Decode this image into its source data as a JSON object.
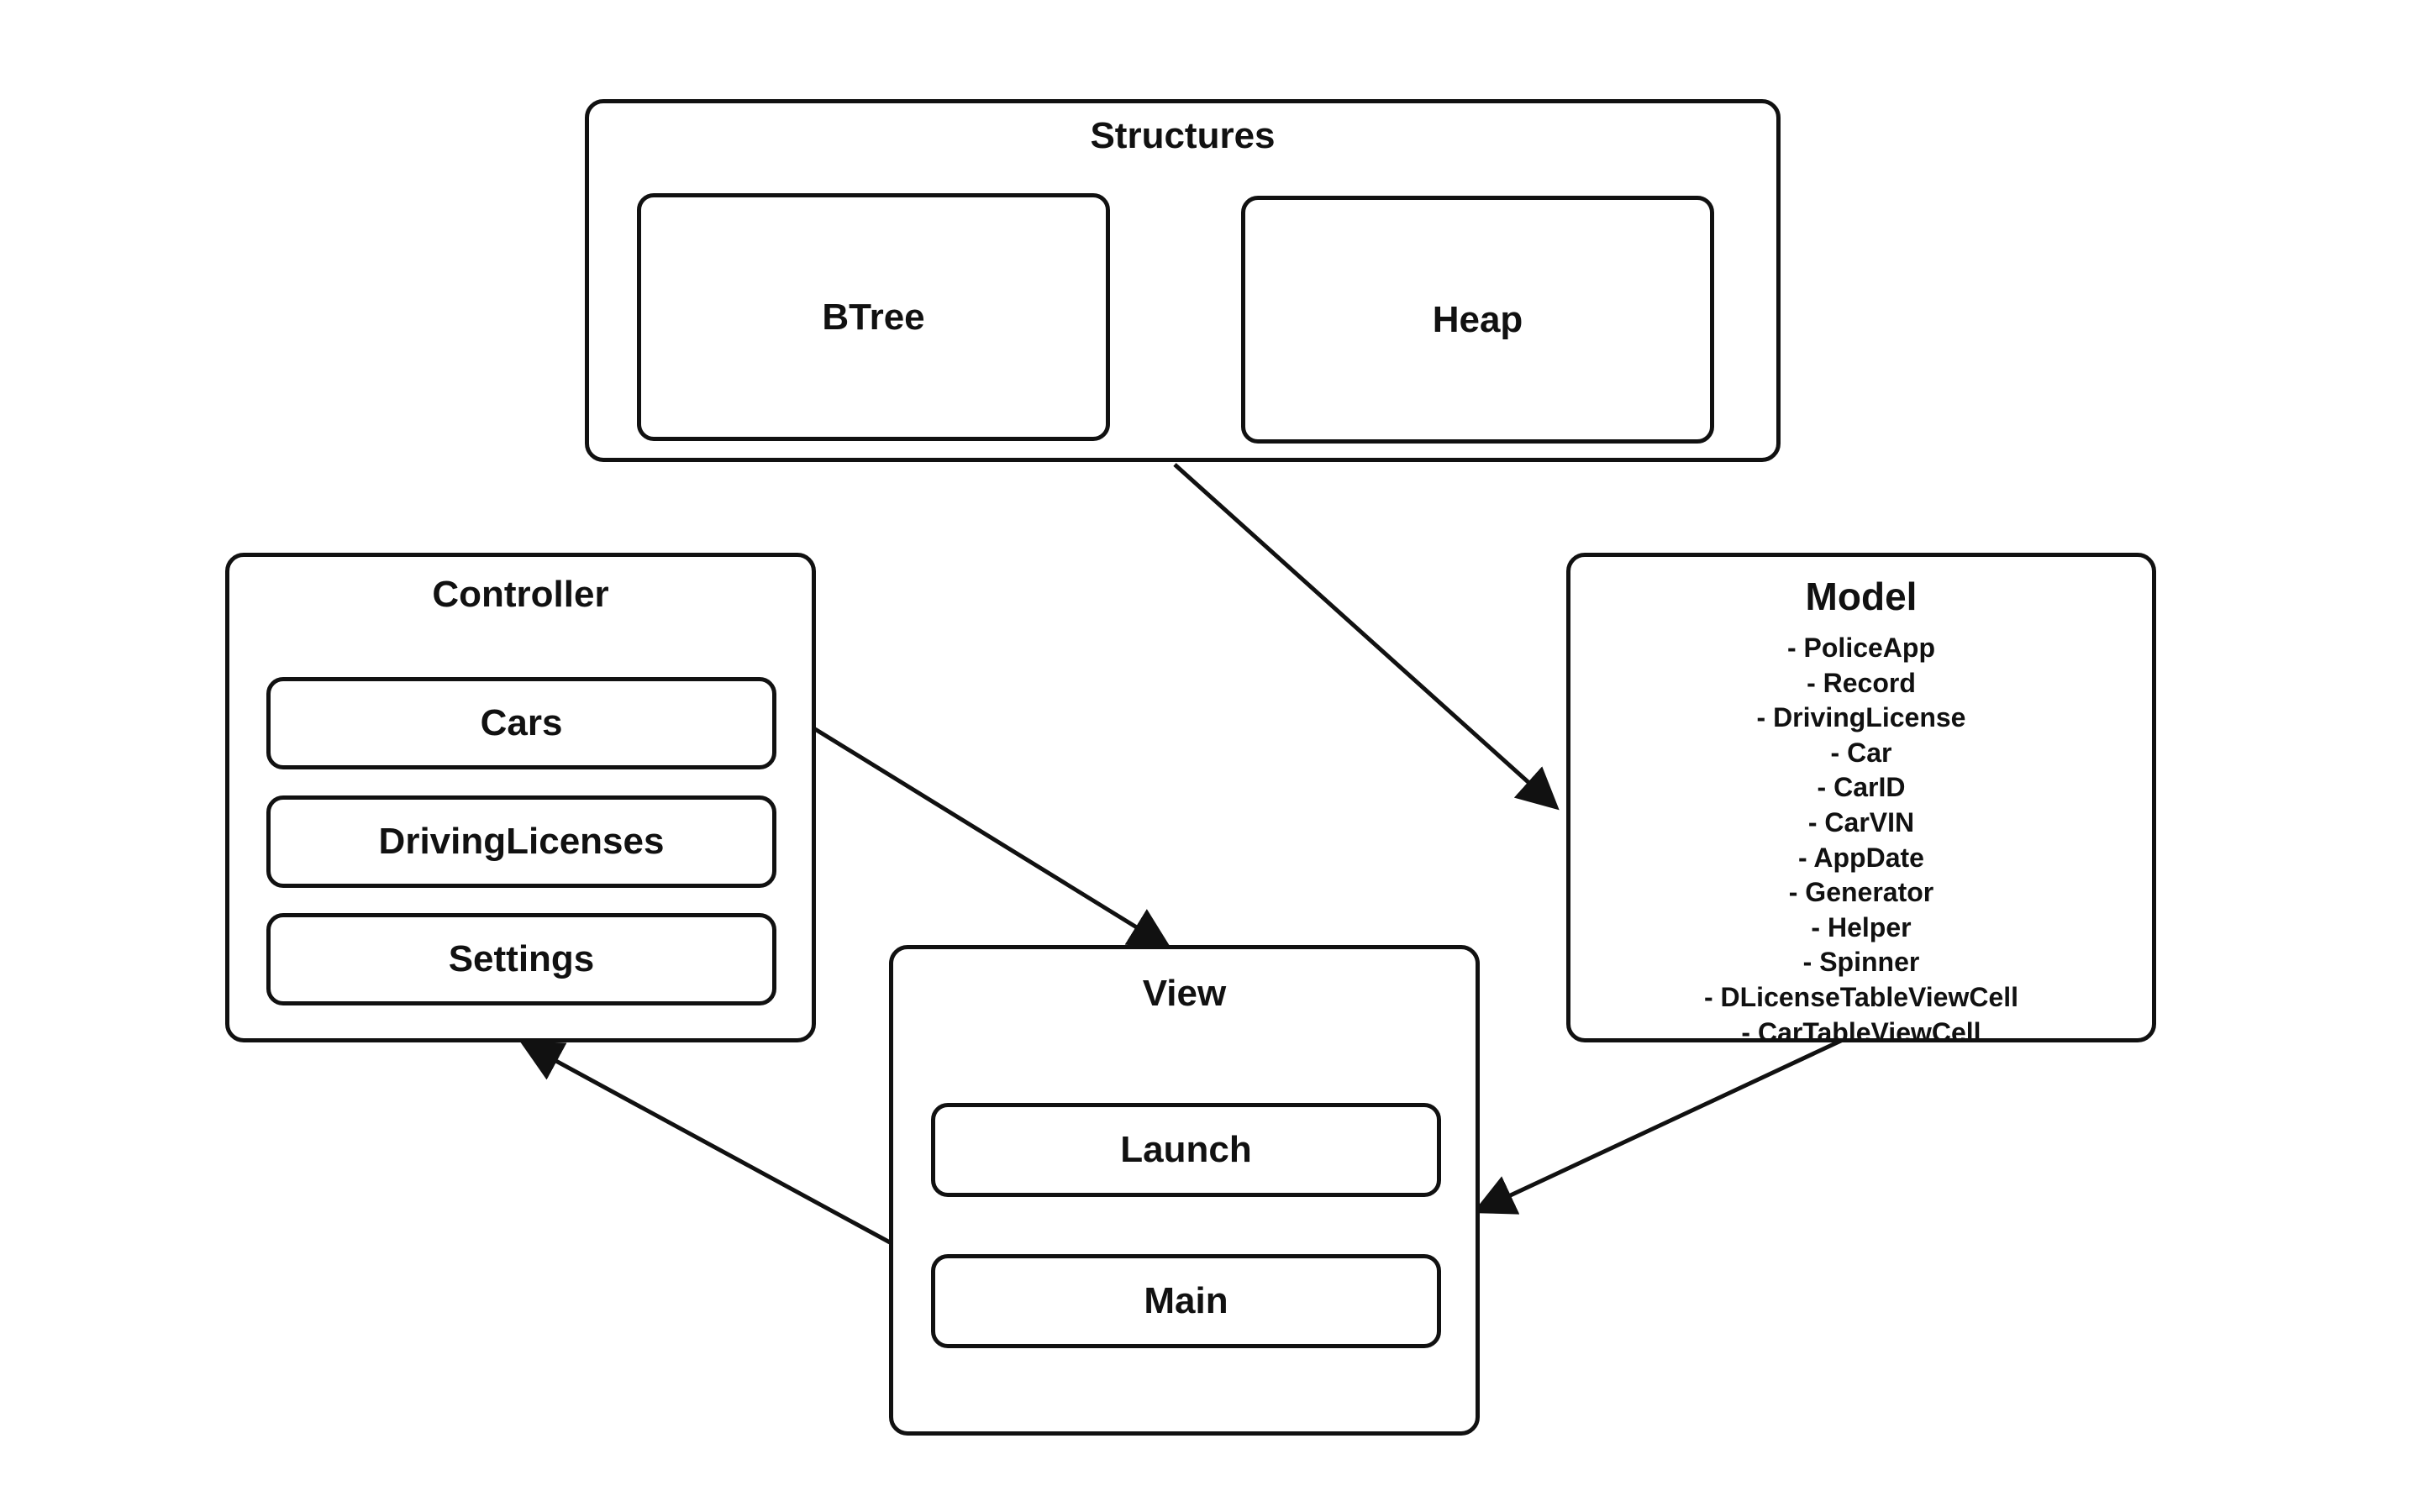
{
  "structures": {
    "title": "Structures",
    "items": [
      "BTree",
      "Heap"
    ]
  },
  "controller": {
    "title": "Controller",
    "items": [
      "Cars",
      "DrivingLicenses",
      "Settings"
    ]
  },
  "model": {
    "title": "Model",
    "items": [
      "- PoliceApp",
      "- Record",
      "- DrivingLicense",
      "- Car",
      "- CarID",
      "- CarVIN",
      "- AppDate",
      "- Generator",
      "- Helper",
      "- Spinner",
      "- DLicenseTableViewCell",
      "- CarTableViewCell"
    ]
  },
  "view": {
    "title": "View",
    "items": [
      "Launch",
      "Main"
    ]
  },
  "colors": {
    "stroke": "#111111",
    "background": "#ffffff"
  }
}
